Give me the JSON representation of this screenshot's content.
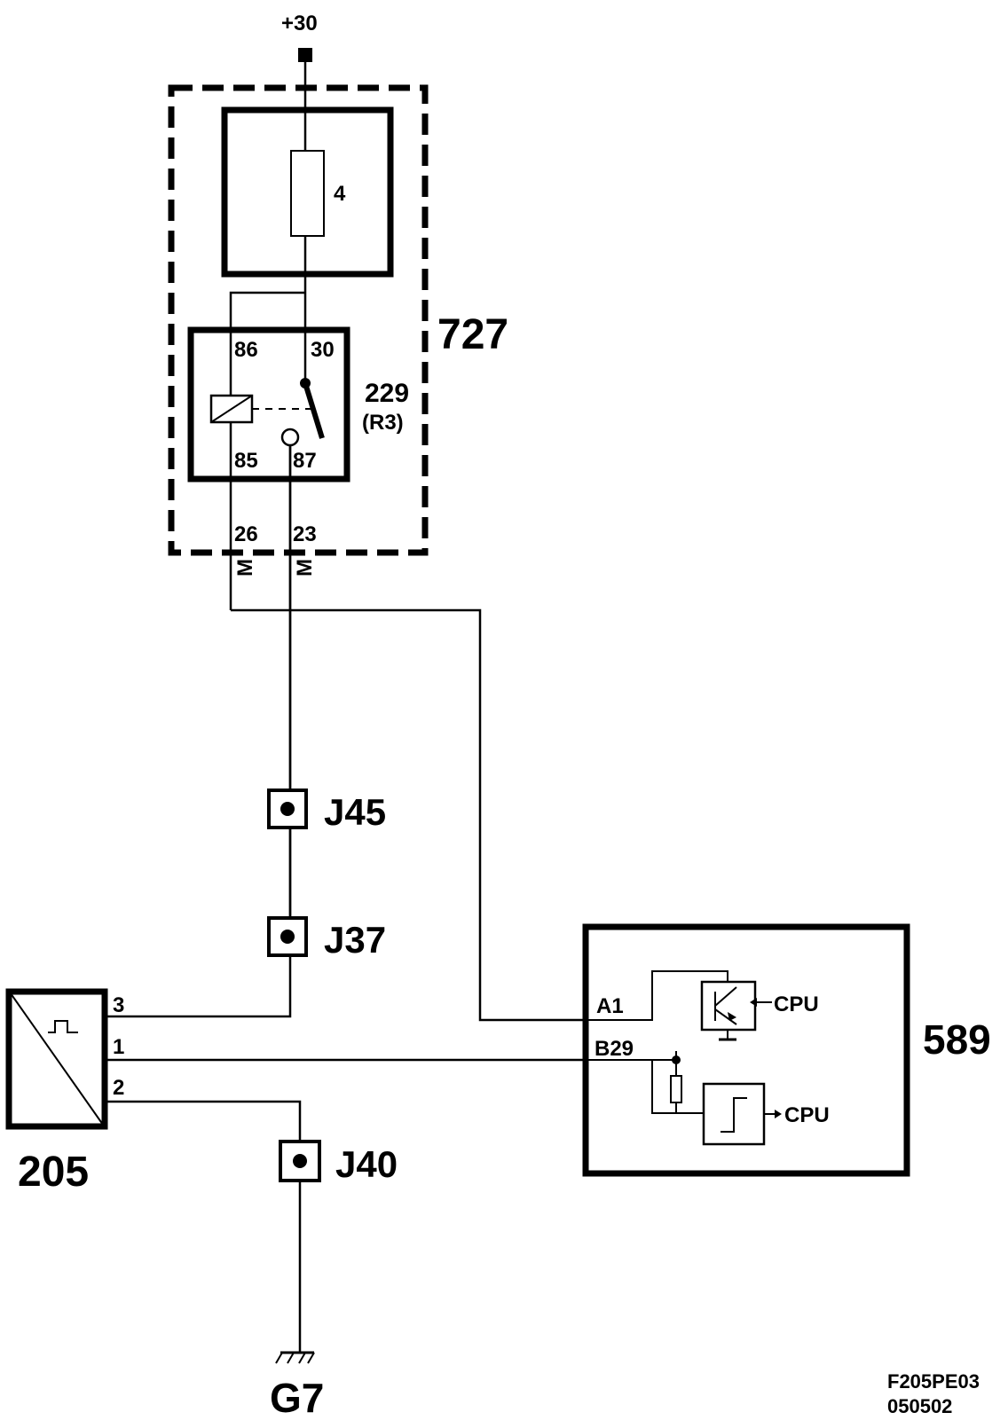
{
  "supply": {
    "label": "+30"
  },
  "fuse": {
    "label": "4"
  },
  "module_727": {
    "label": "727"
  },
  "relay": {
    "label": "229",
    "sublabel": "(R3)",
    "pins": {
      "p86": "86",
      "p30": "30",
      "p85": "85",
      "p87": "87"
    }
  },
  "connector_pins": {
    "p26": "26",
    "p23": "23",
    "marker_left": "M",
    "marker_right": "M"
  },
  "junctions": {
    "j45": "J45",
    "j37": "J37",
    "j40": "J40"
  },
  "sensor": {
    "label": "205",
    "pins": {
      "p3": "3",
      "p1": "1",
      "p2": "2"
    }
  },
  "ground": {
    "label": "G7"
  },
  "ecu": {
    "label": "589",
    "pin_a1": "A1",
    "pin_b29": "B29",
    "cpu_top": "CPU",
    "cpu_bottom": "CPU"
  },
  "footer": {
    "code": "F205PE03",
    "date": "050502"
  }
}
